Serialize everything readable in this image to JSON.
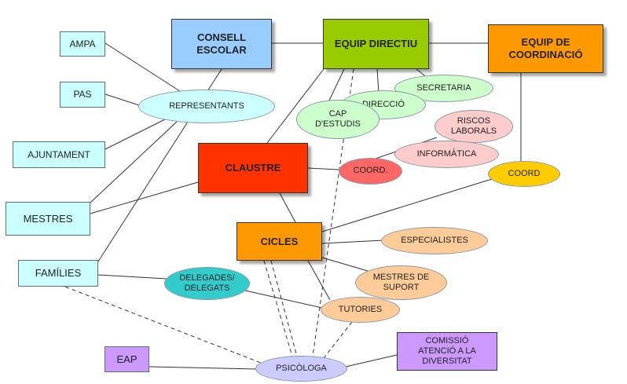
{
  "nodes": {
    "ampa": "AMPA",
    "pas": "PAS",
    "ajuntament": "AJUNTAMENT",
    "mestres": "MESTRES",
    "families": "FAMÍLIES",
    "eap": "EAP",
    "consell_escolar": "CONSELL\nESCOLAR",
    "equip_directiu": "EQUIP DIRECTIU",
    "equip_coordinacio": "EQUIP DE\nCOORDINACIÓ",
    "claustre": "CLAUSTRE",
    "cicles": "CICLES",
    "representants": "REPRESENTANTS",
    "secretaria": "SECRETARIA",
    "direccio": "DIRECCIÓ",
    "cap_estudis": "CAP\nD'ESTUDIS",
    "riscos_laborals": "RISCOS\nLABORALS",
    "informatica": "INFORMÀTICA",
    "coord_red": "COORD.",
    "coord_yellow": "COORD",
    "especialistes": "ESPECIALISTES",
    "delegades": "DELEGADES/\nDELEGATS",
    "mestres_suport": "MESTRES DE\nSUPORT",
    "tutories": "TUTORIES",
    "psicologa": "PSICÒLOGA",
    "comissio": "COMISSIÓ\nATENCIÓ A LA\nDIVERSITAT"
  },
  "colors": {
    "light_blue_box": "#ccffff",
    "consell": "#99ccff",
    "equip_directiu": "#99cc00",
    "equip_coordinacio": "#ff9900",
    "claustre": "#ff3300",
    "cicles": "#ff9900",
    "representants": "#ccffff",
    "secretaria": "#ccffcc",
    "direccio": "#ccffcc",
    "cap_estudis": "#ccffcc",
    "riscos_laborals": "#ffcccc",
    "informatica": "#ffcccc",
    "coord_red": "#ff6666",
    "coord_yellow": "#ffcc00",
    "especialistes": "#ffcc99",
    "delegades": "#33cccc",
    "mestres_suport": "#ffcc99",
    "tutories": "#ffcc99",
    "psicologa": "#ccccff",
    "eap": "#cc99ff",
    "comissio": "#cc99ff"
  }
}
